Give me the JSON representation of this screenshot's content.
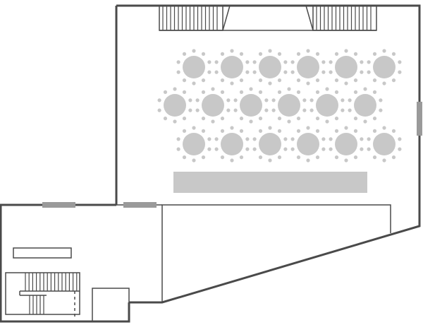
{
  "plan": {
    "colors": {
      "wall": "#4a4a4a",
      "furniture": "#c8c8c8",
      "door": "#9a9a9a",
      "background": "#ffffff"
    },
    "seating": {
      "rows": [
        {
          "tables": 6,
          "seats_per_table": 10
        },
        {
          "tables": 6,
          "seats_per_table": 10
        },
        {
          "tables": 6,
          "seats_per_table": 10
        }
      ]
    }
  }
}
